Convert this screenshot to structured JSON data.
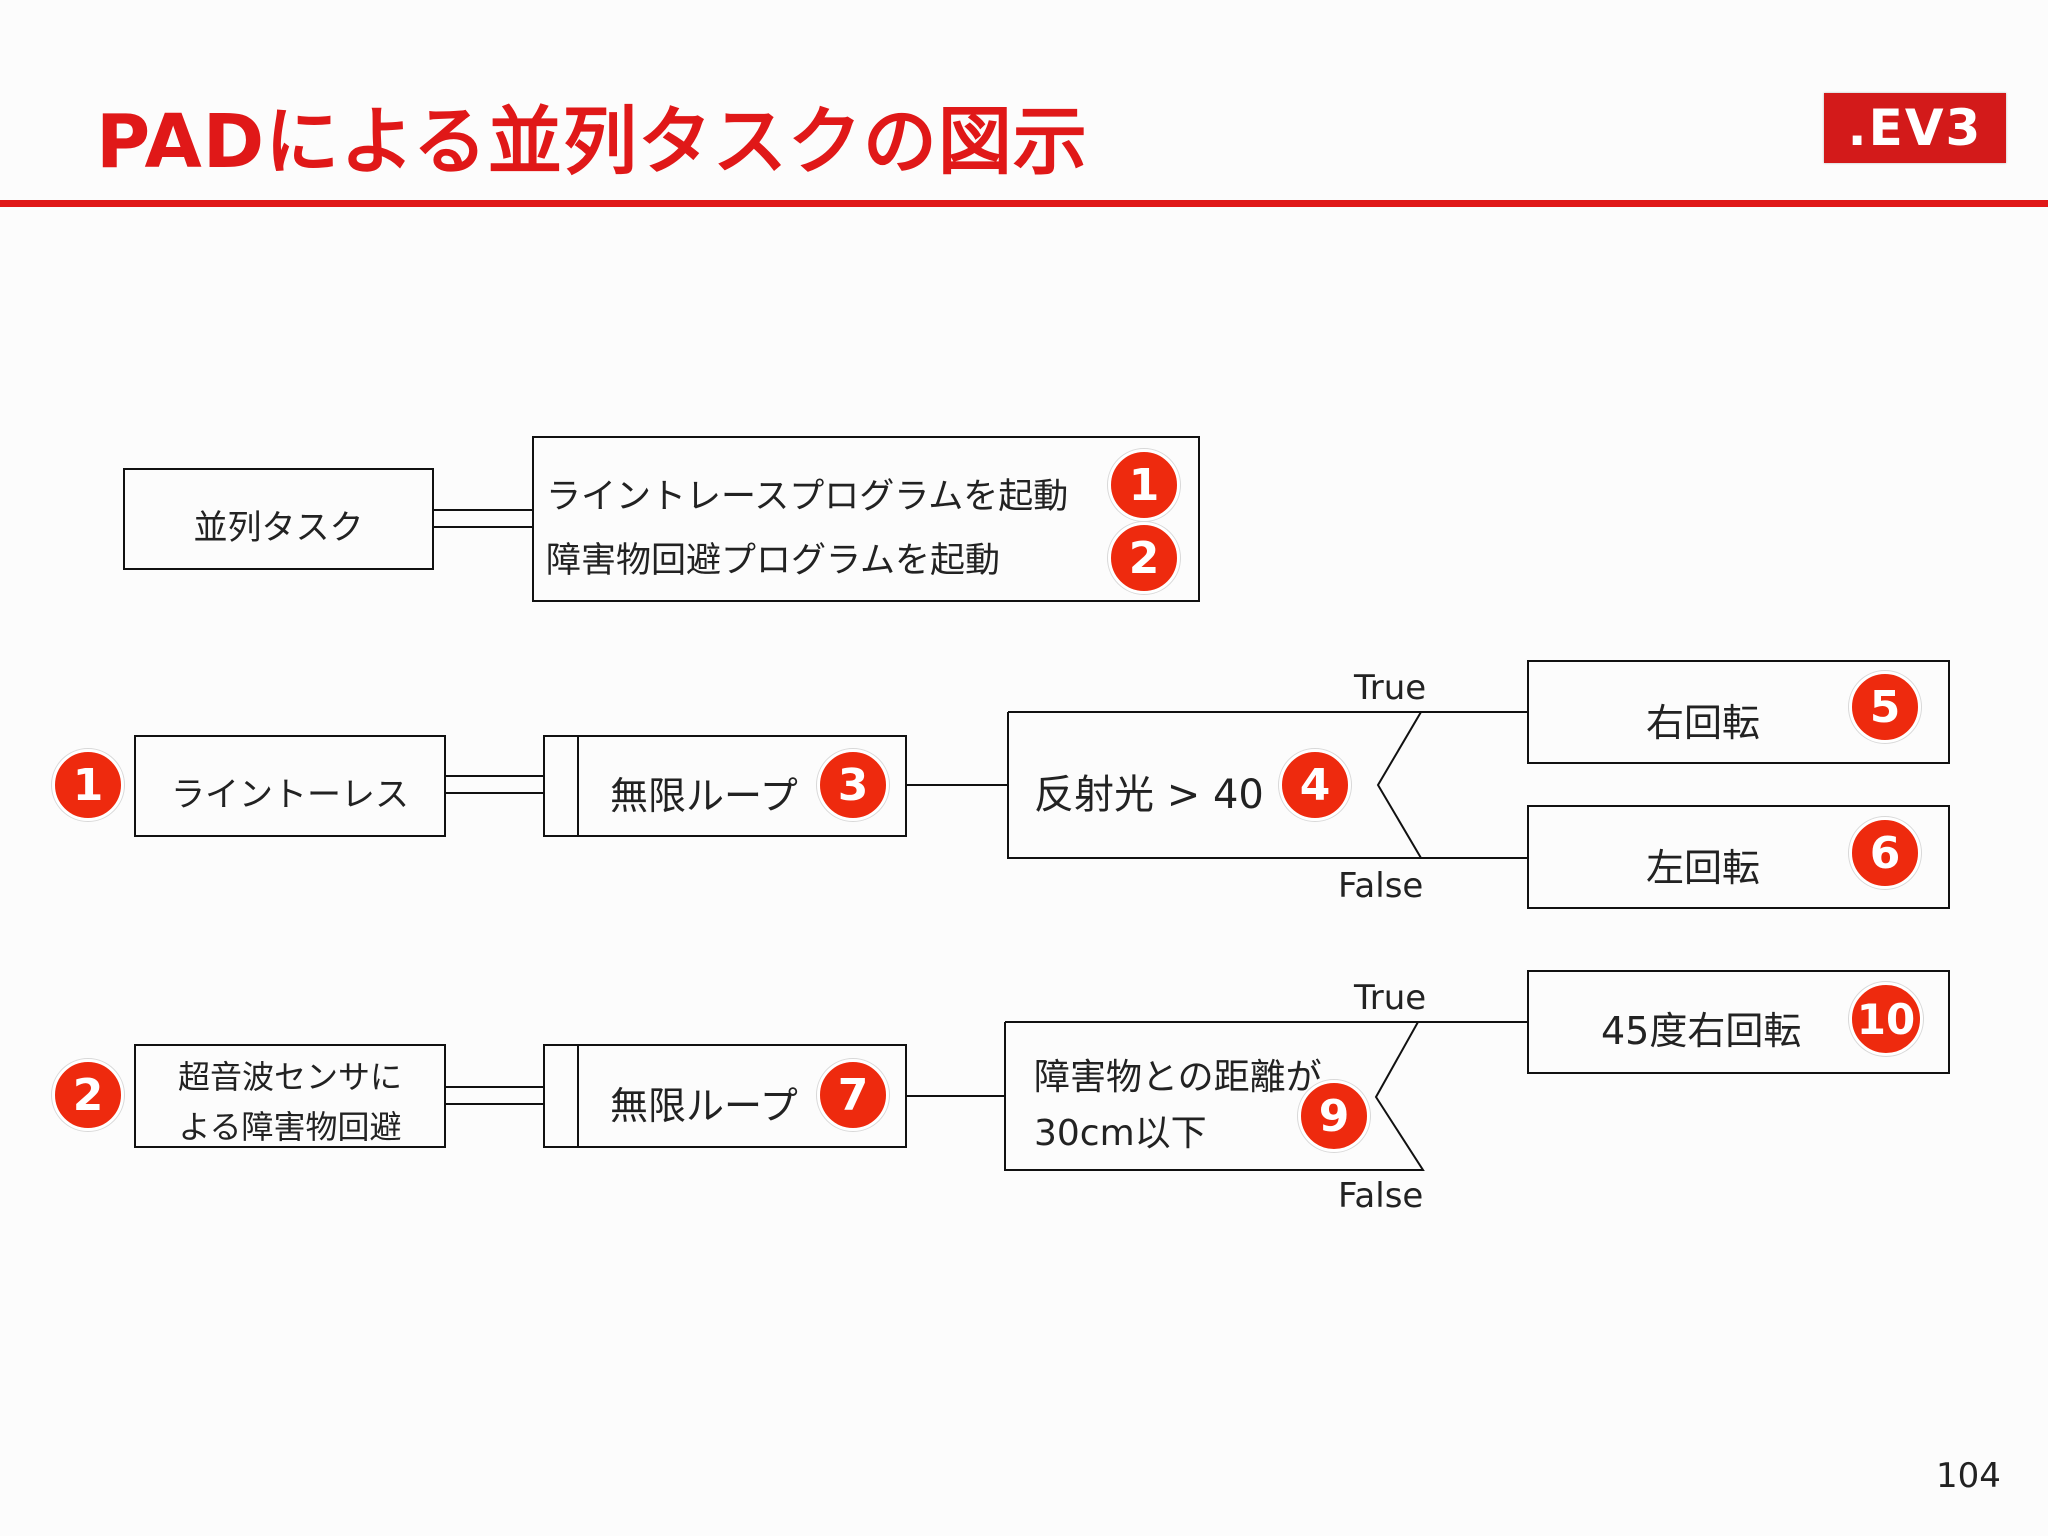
{
  "header": {
    "title": "PADによる並列タスクの図示",
    "logo": ".EV3"
  },
  "colors": {
    "accent": "#e01818",
    "badge": "#ee2a0e"
  },
  "diagram": {
    "parallel": {
      "root_label": "並列タスク",
      "items": [
        {
          "label": "ライントレースプログラムを起動",
          "badge": "1"
        },
        {
          "label": "障害物回避プログラムを起動",
          "badge": "2"
        }
      ]
    },
    "linetrace": {
      "task_badge": "1",
      "task_label": "ライントーレス",
      "loop_label": "無限ループ",
      "loop_badge": "3",
      "condition": "反射光 > 40",
      "condition_badge": "4",
      "true_label": "True",
      "false_label": "False",
      "true_action": "右回転",
      "true_badge": "5",
      "false_action": "左回転",
      "false_badge": "6"
    },
    "avoid": {
      "task_badge": "2",
      "task_label_line1": "超音波センサに",
      "task_label_line2": "よる障害物回避",
      "loop_label": "無限ループ",
      "loop_badge": "7",
      "condition_line1": "障害物との距離が",
      "condition_line2": "30cm以下",
      "condition_badge": "9",
      "true_label": "True",
      "false_label": "False",
      "true_action": "45度右回転",
      "true_badge": "10"
    }
  },
  "footer": {
    "page_number": "104"
  }
}
